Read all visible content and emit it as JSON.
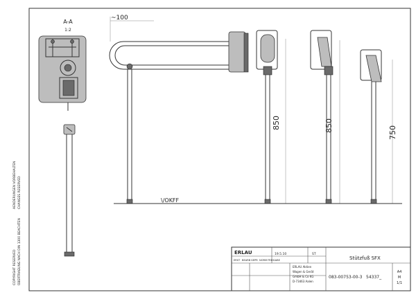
{
  "section": {
    "title": "A-A",
    "scale": "1:2"
  },
  "dimensions": {
    "projection": "~100",
    "height_a": "850",
    "height_b": "850",
    "height_c": "750"
  },
  "floor_label": "\\/OKFF",
  "side_notes": {
    "left_1": "COPYRIGHT RESERVED",
    "left_2": "ÜBERTRAGUNG NACH DIN 1300 BEACHTEN",
    "left_3": "AENDERUNGEN VORBEHALTEN",
    "left_4": "CHANGES RESERVED"
  },
  "title_block": {
    "logo": "ERLAU",
    "company_lines": [
      "ERLAU Aktien",
      "Wagen & Gerät",
      "GmbH & Co KG",
      "D-73463 Aalen"
    ],
    "drawing_title": "Stützfuß SFX",
    "drawing_number": "083-00753-00-3",
    "sub_number": "54337_",
    "small_labels": [
      "ERST",
      "BEARB",
      "GEPR",
      "NORM",
      "FREIGABE"
    ],
    "date": "19.5.10",
    "format": "A4",
    "scale_label": "M",
    "sheet_label": "1/1",
    "status": "ST"
  },
  "colors": {
    "line": "#333333",
    "hatch": "#bdbdbd",
    "dark": "#6a6a6a"
  }
}
